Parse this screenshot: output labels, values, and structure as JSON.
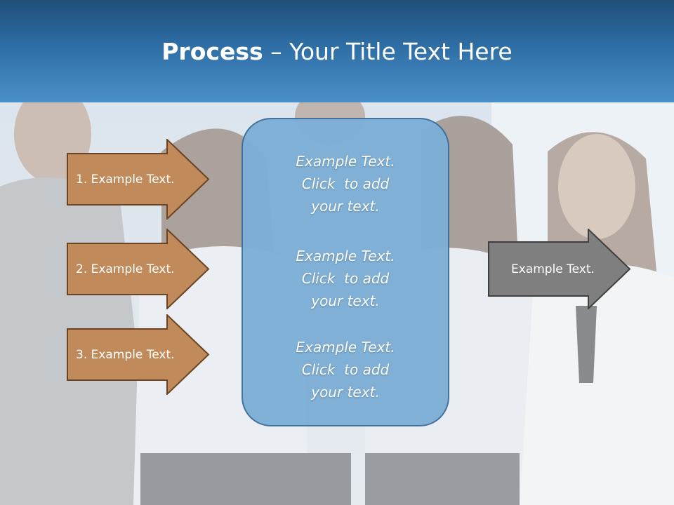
{
  "slide": {
    "title_bold": "Process",
    "title_rest": " – Your Title Text Here"
  },
  "left_arrows": [
    {
      "label": "1. Example Text."
    },
    {
      "label": "2. Example Text."
    },
    {
      "label": "3. Example Text."
    }
  ],
  "center_box": {
    "blocks": [
      {
        "line1": "Example Text.",
        "line2": "Click  to add",
        "line3": "your text."
      },
      {
        "line1": "Example Text.",
        "line2": "Click  to add",
        "line3": "your text."
      },
      {
        "line1": "Example Text.",
        "line2": "Click  to add",
        "line3": "your text."
      }
    ]
  },
  "right_arrow": {
    "label": "Example Text."
  },
  "colors": {
    "header": "#2e6ea5",
    "left_arrow_fill": "#c18a5a",
    "left_arrow_border": "#6b4523",
    "right_arrow_fill": "#7f7f7f",
    "center_box_fill": "#7dafd6"
  }
}
